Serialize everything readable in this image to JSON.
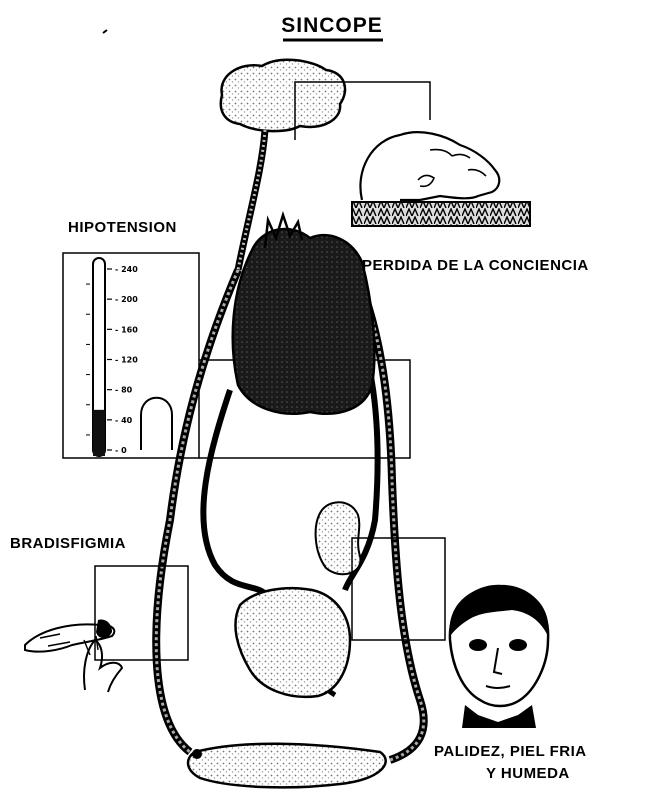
{
  "title": "SINCOPE",
  "labels": {
    "hypotension": "HIPOTENSION",
    "consciousness_loss": "PERDIDA DE LA CONCIENCIA",
    "bradysphygmia": "BRADISFIGMIA",
    "pallor_line1": "PALIDEZ, PIEL FRIA",
    "pallor_line2": "Y HUMEDA"
  },
  "gauge": {
    "ticks": [
      "240",
      "200",
      "160",
      "120",
      "80",
      "40",
      "0"
    ],
    "level": 40
  },
  "colors": {
    "ink": "#000000",
    "paper": "#ffffff",
    "stipple": "#9a9a9a"
  }
}
